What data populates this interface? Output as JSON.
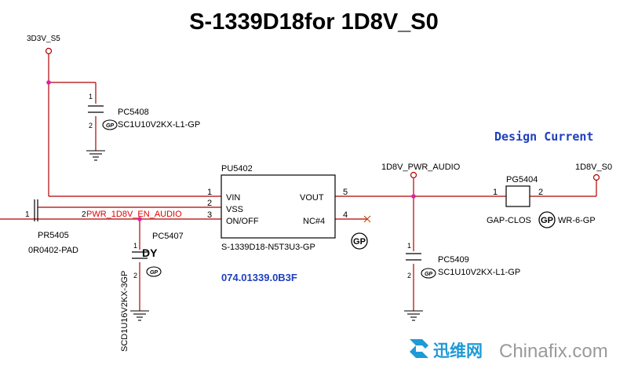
{
  "title": "S-1339D18for 1D8V_S0",
  "note": "Design Current",
  "colors": {
    "wire": "#b00000",
    "junction": "#e020a0",
    "net_label": "#e00000",
    "part_number": "#1f3fbf",
    "note": "#1f3fbf",
    "text": "#000000",
    "nc_mark": "#c04000"
  },
  "nets": {
    "supply_in": "3D3V_S5",
    "ldo_out": "1D8V_PWR_AUDIO",
    "rail_out": "1D8V_S0",
    "enable": "PWR_1D8V_EN_AUDIO"
  },
  "regulator": {
    "ref": "PU5402",
    "value": "S-1339D18-N5T3U3-GP",
    "part_number": "074.01339.0B3F",
    "gp_mark": "GP",
    "pins": {
      "vin": {
        "num": "1",
        "name": "VIN"
      },
      "vss": {
        "num": "2",
        "name": "VSS"
      },
      "onoff": {
        "num": "3",
        "name": "ON/OFF"
      },
      "vout": {
        "num": "5",
        "name": "VOUT"
      },
      "nc": {
        "num": "4",
        "name": "NC#4"
      }
    }
  },
  "components": {
    "pc5408": {
      "ref": "PC5408",
      "value": "SC1U10V2KX-L1-GP",
      "pin1": "1",
      "pin2": "2",
      "mark": "GP"
    },
    "pc5407": {
      "ref": "PC5407",
      "value": "SCD1U16V2KX-3GP",
      "pin1": "1",
      "pin2": "2",
      "mark": "GP",
      "flag": "DY"
    },
    "pc5409": {
      "ref": "PC5409",
      "value": "SC1U10V2KX-L1-GP",
      "pin1": "1",
      "pin2": "2",
      "mark": "GP"
    },
    "pr5405": {
      "ref": "PR5405",
      "value": "0R0402-PAD",
      "pin1": "1",
      "pin2": "2"
    },
    "pg5404": {
      "ref": "PG5404",
      "value_left": "GAP-CLOS",
      "value_right": "WR-6-GP",
      "pin1": "1",
      "pin2": "2",
      "mark": "GP"
    }
  },
  "watermark": {
    "brand_cn": "迅维网",
    "brand_en": "Chinafix.com"
  }
}
